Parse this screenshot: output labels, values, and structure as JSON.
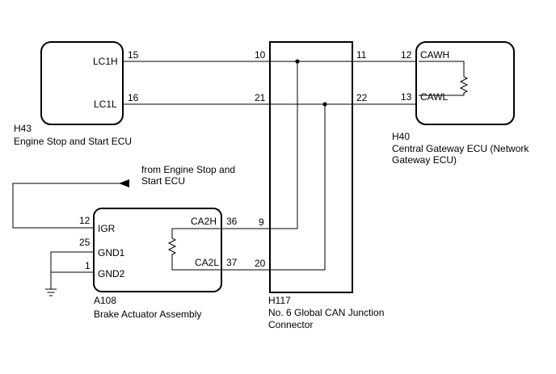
{
  "components": {
    "h43": {
      "code": "H43",
      "name": "Engine Stop and Start ECU",
      "pins": {
        "lc1h": "LC1H",
        "lc1l": "LC1L"
      }
    },
    "h117": {
      "code": "H117",
      "name_line1": "No. 6 Global CAN Junction",
      "name_line2": "Connector"
    },
    "h40": {
      "code": "H40",
      "name_line1": "Central Gateway ECU (Network",
      "name_line2": "Gateway ECU)",
      "pins": {
        "cawh": "CAWH",
        "cawl": "CAWL"
      }
    },
    "a108": {
      "code": "A108",
      "name": "Brake Actuator Assembly",
      "pins": {
        "igr": "IGR",
        "gnd1": "GND1",
        "gnd2": "GND2",
        "ca2h": "CA2H",
        "ca2l": "CA2L"
      }
    }
  },
  "pin_numbers": {
    "h43_lc1h": "15",
    "h43_lc1l": "16",
    "h117_10": "10",
    "h117_11": "11",
    "h117_21": "21",
    "h117_22": "22",
    "h117_9": "9",
    "h117_20": "20",
    "h40_cawh": "12",
    "h40_cawl": "13",
    "a108_igr": "12",
    "a108_gnd1": "25",
    "a108_gnd2": "1",
    "a108_ca2h": "36",
    "a108_ca2l": "37"
  },
  "annotation": {
    "line1": "from Engine Stop and",
    "line2": "Start ECU"
  }
}
